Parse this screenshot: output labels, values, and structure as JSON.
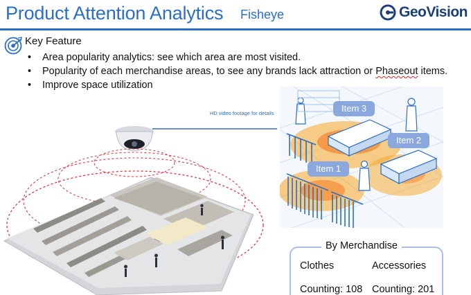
{
  "header": {
    "title": "Product Attention Analytics",
    "subtitle": "Fisheye",
    "logo_text": "GeoVision",
    "accent_color": "#2a6ec5"
  },
  "feature": {
    "icon": "target-icon",
    "title": "Key Feature",
    "bullets": [
      "Area popularity analytics:  see which area are most visited.",
      {
        "before": "Popularity of each merchandise areas, to see any brands lack attraction or ",
        "flagged": "Phaseout",
        "after": " items."
      },
      "Improve space utilization"
    ]
  },
  "illustration": {
    "footage_label": "HD video footage for details",
    "items": [
      "Item 1",
      "Item 2",
      "Item 3"
    ]
  },
  "merchandise": {
    "title": "By Merchandise",
    "categories": [
      {
        "name": "Clothes",
        "count_label": "Counting: 108"
      },
      {
        "name": "Accessories",
        "count_label": "Counting: 201"
      }
    ]
  }
}
